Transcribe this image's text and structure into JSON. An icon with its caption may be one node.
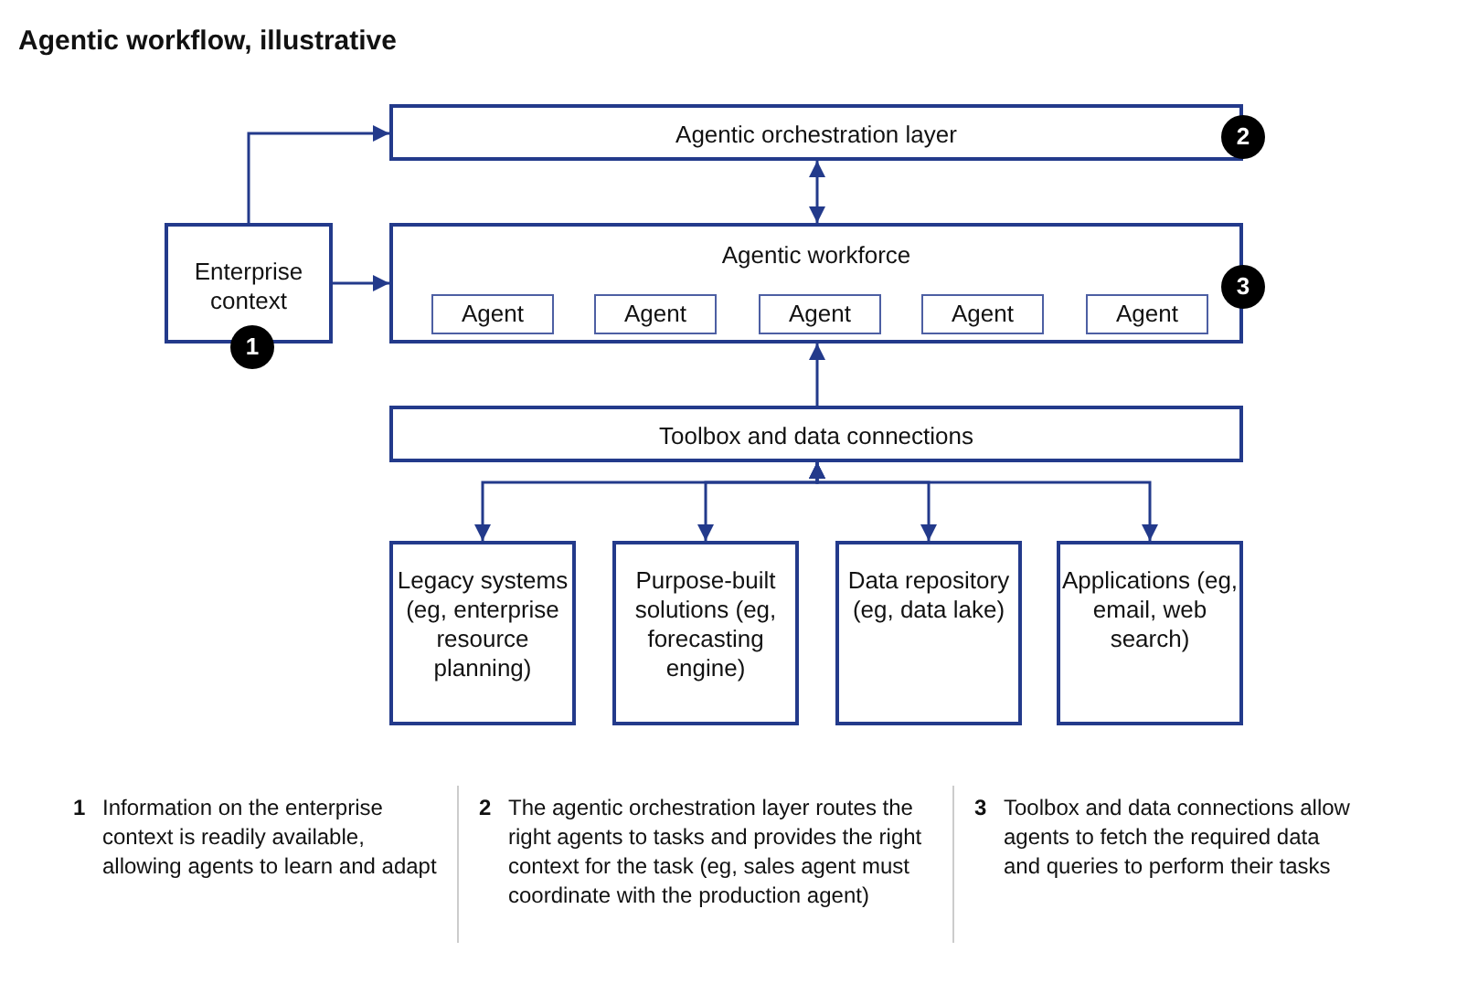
{
  "diagram": {
    "title": "Agentic workflow, illustrative",
    "nodes": [
      {
        "text": [
          "Agentic orchestration layer"
        ],
        "beside": [
          "2"
        ]
      },
      {
        "text": [
          "Enterprise context"
        ],
        "beside": [
          "1"
        ]
      },
      {
        "text": [
          "Agentic workforce"
        ],
        "beside": [
          "3"
        ]
      },
      {
        "text": [
          "Agent"
        ],
        "in": 2
      },
      {
        "text": [
          "Agent"
        ],
        "in": 2
      },
      {
        "text": [
          "Agent"
        ],
        "in": 2
      },
      {
        "text": [
          "Agent"
        ],
        "in": 2
      },
      {
        "text": [
          "Agent"
        ],
        "in": 2
      },
      {
        "text": [
          "Toolbox and data connections"
        ]
      },
      {
        "text": [
          "Legacy systems (eg, enterprise resource planning)"
        ]
      },
      {
        "text": [
          "Purpose-built solutions (eg, forecasting engine)"
        ]
      },
      {
        "text": [
          "Data repository (eg, data lake)"
        ]
      },
      {
        "text": [
          "Applications (eg, email, web search)"
        ]
      }
    ],
    "edges": [
      {
        "from": 1,
        "to": 0,
        "arrow": "to"
      },
      {
        "from": 1,
        "to": 2,
        "arrow": "to"
      },
      {
        "from": 0,
        "to": 2,
        "arrow": "both"
      },
      {
        "from": 8,
        "to": 2,
        "arrow": "to"
      },
      {
        "from": 8,
        "to": 9,
        "arrow": "both"
      },
      {
        "from": 8,
        "to": 10,
        "arrow": "both"
      },
      {
        "from": 8,
        "to": 11,
        "arrow": "both"
      },
      {
        "from": 8,
        "to": 12,
        "arrow": "both"
      }
    ],
    "labels": [
      "1",
      "Information on the enterprise context is readily available, allowing agents to learn and adapt",
      "2",
      "The agentic orchestration layer routes the right agents to tasks and provides the right context for the task (eg, sales agent must coordinate with the production agent)",
      "3",
      "Toolbox and data connections allow agents to fetch the required data and queries to perform their tasks"
    ]
  }
}
